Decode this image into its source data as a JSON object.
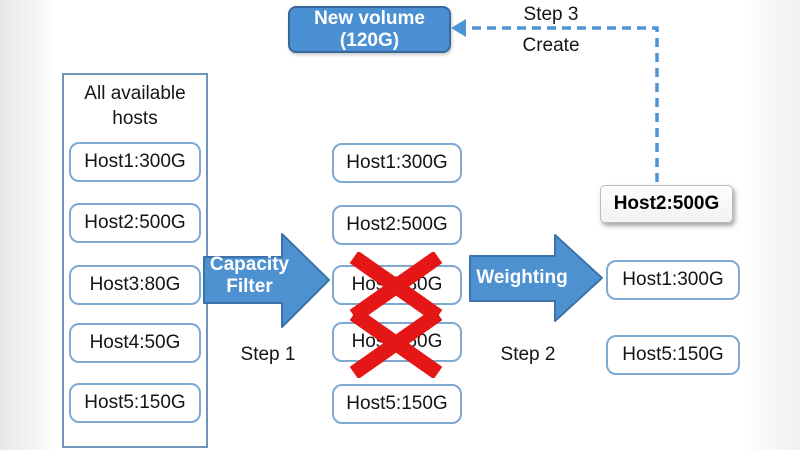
{
  "diagram": {
    "available_panel": {
      "title": "All available hosts",
      "hosts": [
        "Host1:300G",
        "Host2:500G",
        "Host3:80G",
        "Host4:50G",
        "Host5:150G"
      ]
    },
    "filter_stage": {
      "arrow_label": "Capacity Filter",
      "step_label": "Step 1",
      "hosts": [
        {
          "label": "Host1:300G",
          "filtered": false
        },
        {
          "label": "Host2:500G",
          "filtered": false
        },
        {
          "label": "Host3:80G",
          "filtered": true
        },
        {
          "label": "Host4:50G",
          "filtered": true
        },
        {
          "label": "Host5:150G",
          "filtered": false
        }
      ]
    },
    "weighting_stage": {
      "arrow_label": "Weighting",
      "step_label": "Step 2",
      "selected_host": "Host2:500G",
      "hosts": [
        "Host1:300G",
        "Host5:150G"
      ]
    },
    "create_stage": {
      "step_label": "Step 3",
      "action_label": "Create",
      "volume_line1": "New volume",
      "volume_line2": "(120G)"
    },
    "colors": {
      "accent_blue": "#4e91d1",
      "arrow_border_blue": "#3b73a9",
      "box_border_blue": "#7ea9d3",
      "panel_border_blue": "#6d94ba",
      "cross_red": "#e41616",
      "dashed_line_blue": "#4f94d4"
    }
  }
}
